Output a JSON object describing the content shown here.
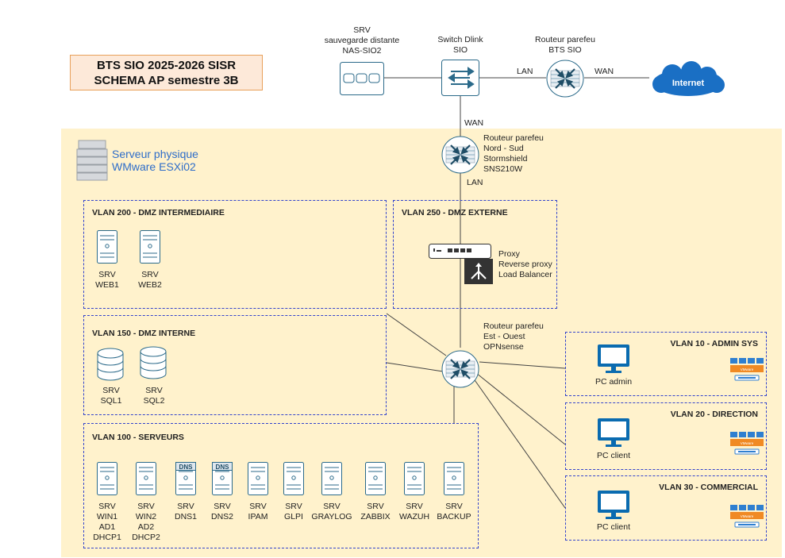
{
  "title": {
    "line1": "BTS SIO 2025-2026 SISR",
    "line2": "SCHEMA AP semestre 3B"
  },
  "top": {
    "nas_label": [
      "SRV",
      "sauvegarde distante",
      "NAS-SIO2"
    ],
    "switch_label": [
      "Switch Dlink",
      "SIO"
    ],
    "router_label": [
      "Routeur parefeu",
      "BTS SIO"
    ],
    "lan_link": "LAN",
    "wan_link": "WAN",
    "internet": "Internet",
    "wan_down": "WAN"
  },
  "esx": {
    "line1": "Serveur physique",
    "line2": "WMware ESXi02"
  },
  "stormshield": {
    "lines": [
      "Routeur parefeu",
      "Nord - Sud",
      "Stormshield",
      "SNS210W"
    ],
    "lan": "LAN"
  },
  "opnsense": {
    "lines": [
      "Routeur parefeu",
      "Est - Ouest",
      "OPNsense"
    ]
  },
  "zones": {
    "dmz_inter": {
      "title": "VLAN 200 - DMZ INTERMEDIAIRE",
      "servers": [
        {
          "l1": "SRV",
          "l2": "WEB1"
        },
        {
          "l1": "SRV",
          "l2": "WEB2"
        }
      ]
    },
    "dmz_ext": {
      "title": "VLAN 250 - DMZ EXTERNE",
      "proxy_lines": [
        "Proxy",
        "Reverse proxy",
        "Load Balancer"
      ]
    },
    "dmz_int": {
      "title": "VLAN 150 - DMZ INTERNE",
      "dbs": [
        {
          "l1": "SRV",
          "l2": "SQL1"
        },
        {
          "l1": "SRV",
          "l2": "SQL2"
        }
      ]
    },
    "serveurs": {
      "title": "VLAN 100 - SERVEURS",
      "servers": [
        {
          "lines": [
            "SRV",
            "WIN1",
            "AD1",
            "DHCP1"
          ],
          "badge": ""
        },
        {
          "lines": [
            "SRV",
            "WIN2",
            "AD2",
            "DHCP2"
          ],
          "badge": ""
        },
        {
          "lines": [
            "SRV",
            "DNS1"
          ],
          "badge": "DNS"
        },
        {
          "lines": [
            "SRV",
            "DNS2"
          ],
          "badge": "DNS"
        },
        {
          "lines": [
            "SRV",
            "IPAM"
          ],
          "badge": ""
        },
        {
          "lines": [
            "SRV",
            "GLPI"
          ],
          "badge": ""
        },
        {
          "lines": [
            "SRV",
            "GRAYLOG"
          ],
          "badge": ""
        },
        {
          "lines": [
            "SRV",
            "ZABBIX"
          ],
          "badge": ""
        },
        {
          "lines": [
            "SRV",
            "WAZUH"
          ],
          "badge": ""
        },
        {
          "lines": [
            "SRV",
            "BACKUP"
          ],
          "badge": ""
        }
      ]
    },
    "admin": {
      "title": "VLAN 10 - ADMIN SYS",
      "pc": "PC admin",
      "vm": "VMware"
    },
    "direction": {
      "title": "VLAN 20 - DIRECTION",
      "pc": "PC client",
      "vm": "VMware"
    },
    "commercial": {
      "title": "VLAN 30 - COMMERCIAL",
      "pc": "PC client",
      "vm": "VMware"
    }
  },
  "colors": {
    "esx_bg": "#fff2cc",
    "vlan_border": "#3344cc",
    "icon_blue": "#0a6bb0",
    "icon_stroke": "#2b6a8a",
    "internet": "#1a6fc4",
    "title_bg": "#fde9d9"
  }
}
